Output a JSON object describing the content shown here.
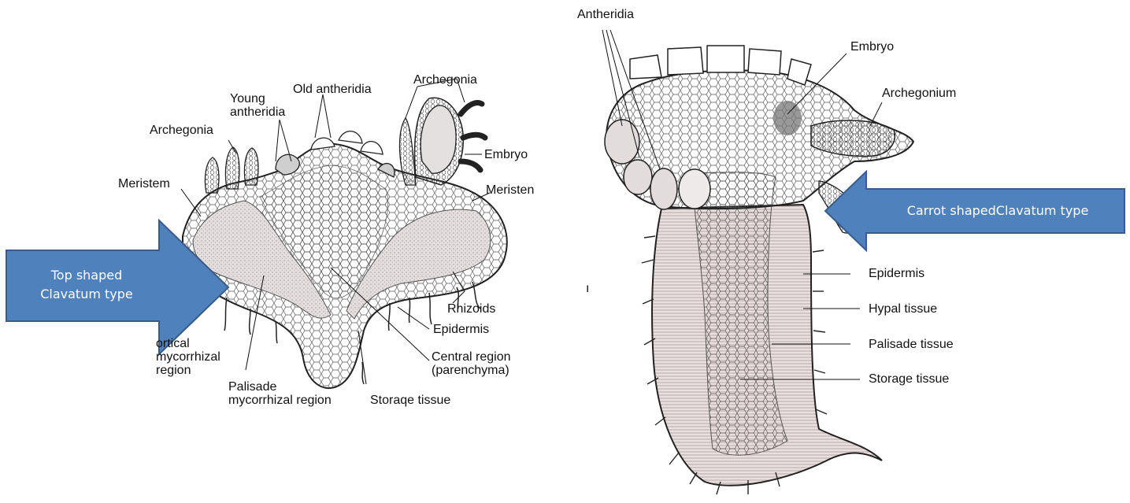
{
  "left_diagram": {
    "labels": {
      "archegonia_top": "Archegonia",
      "old_antheridia": "Old antheridia",
      "young_antheridia": "Young\nantheridia",
      "archegonia_left": "Archegonia",
      "embryo": "Embryo",
      "meristem_left": "Meristem",
      "meristem_right": "Meristen",
      "rhizoids": "Rhizoids",
      "epidermis": "Epidermis",
      "central_region": "Central region\n(parenchyma)",
      "cortical": "ortical\nmycorrhizal\nregion",
      "palisade": "Palisade\nmycorrhizal region",
      "storage": "Storaqe tissue"
    },
    "arrow_label": "Top shaped\nClavatum type"
  },
  "right_diagram": {
    "labels": {
      "antheridia": "Antheridia",
      "embryo": "Embryo",
      "archegonium": "Archegonium",
      "epidermis": "Epidermis",
      "hypal": "Hypal tissue",
      "palisade": "Palisade tissue",
      "storage": "Storage tissue",
      "stray_mark": "ı"
    },
    "arrow_label": "Carrot shapedClavatum type"
  },
  "colors": {
    "arrow_fill": "#4f81bd",
    "arrow_stroke": "#385d8a",
    "ink": "#111111",
    "tissue_shade": "#d9d9d9",
    "pink_tint": "#ead6d6"
  }
}
